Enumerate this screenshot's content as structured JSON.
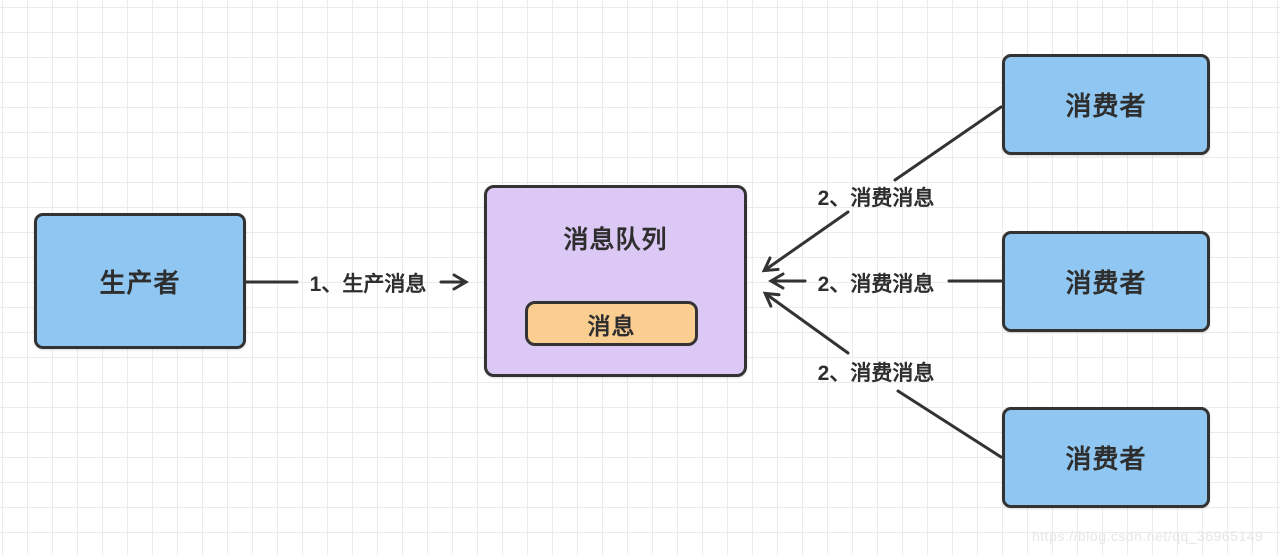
{
  "diagram": {
    "title_hint": "message-queue-producer-consumer",
    "producer": {
      "label": "生产者"
    },
    "queue": {
      "label": "消息队列",
      "message_label": "消息"
    },
    "consumers": [
      {
        "label": "消费者"
      },
      {
        "label": "消费者"
      },
      {
        "label": "消费者"
      }
    ],
    "edges": {
      "produce_label": "1、生产消息",
      "consume_labels": [
        "2、消费消息",
        "2、消费消息",
        "2、消费消息"
      ]
    },
    "watermark": "https://blog.csdn.net/qq_36965149",
    "colors": {
      "producer_fill": "#8FC7F2",
      "consumer_fill": "#8FC7F2",
      "queue_fill": "#DCC8F5",
      "message_fill": "#FACD91",
      "border": "#333333",
      "line": "#333333",
      "grid": "#EBEBEB",
      "text": "#2E2E2E",
      "watermark_color": "#E4E6EA"
    }
  }
}
